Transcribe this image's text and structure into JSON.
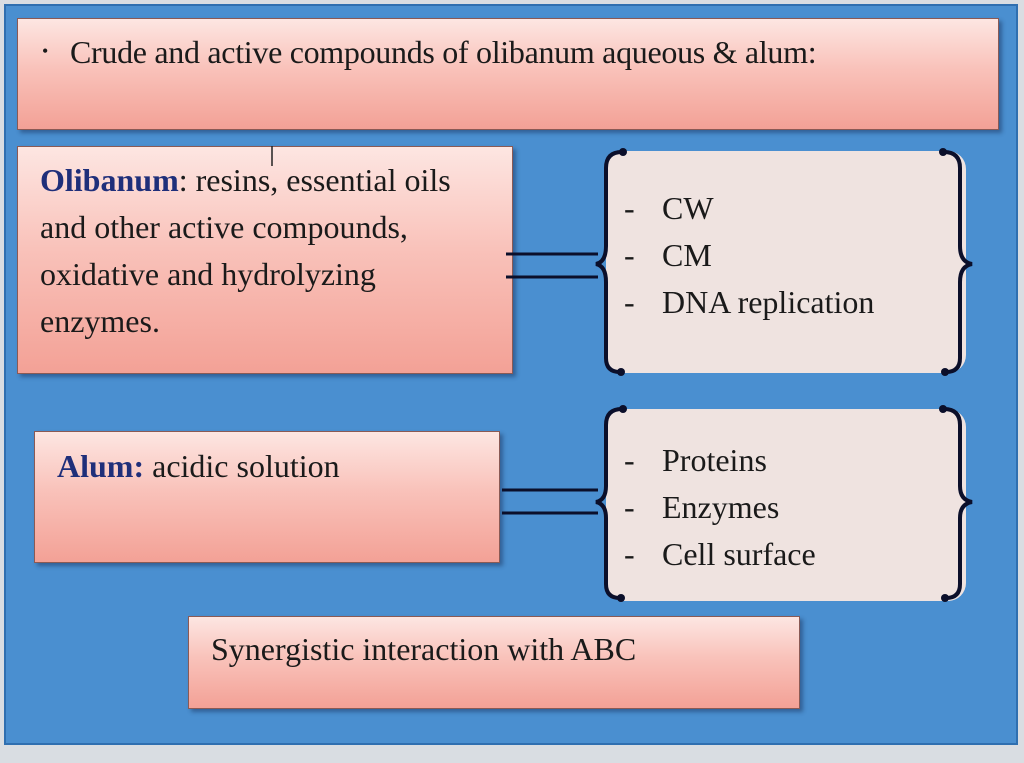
{
  "header": {
    "bullet": "•",
    "text": "Crude and active compounds of olibanum aqueous & alum:"
  },
  "olibanum": {
    "label": "Olibanum",
    "text": ": resins, essential oils and other active compounds, oxidative and hydrolyzing  enzymes."
  },
  "olibanum_targets": {
    "items": [
      {
        "dash": "-",
        "text": "CW"
      },
      {
        "dash": "-",
        "text": "CM"
      },
      {
        "dash": "-",
        "text": "DNA replication"
      }
    ]
  },
  "alum": {
    "label": "Alum:",
    "text": " acidic solution"
  },
  "alum_targets": {
    "items": [
      {
        "dash": "-",
        "text": "Proteins"
      },
      {
        "dash": "-",
        "text": "Enzymes"
      },
      {
        "dash": "-",
        "text": "Cell surface"
      }
    ]
  },
  "synergy": {
    "text": "Synergistic interaction  with ABC"
  },
  "colors": {
    "background": "#4a8fd0",
    "box_fill": "#f9c2ba",
    "label_text": "#1f2f7a",
    "list_fill": "#efe3e0"
  }
}
